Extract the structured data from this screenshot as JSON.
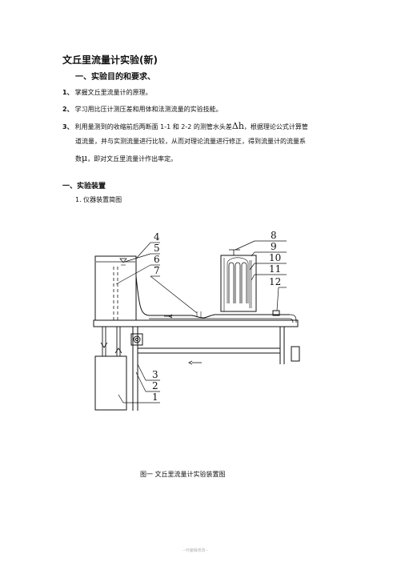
{
  "title": "文丘里流量计实验(新)",
  "section1": {
    "heading": "一、实验目的和要求、",
    "items": [
      {
        "num": "1、",
        "text": "掌握文丘里流量计的原理。"
      },
      {
        "num": "2、",
        "text": "学习用比压计测压差和用体和法测流量的实验技能。"
      },
      {
        "num": "3、",
        "text_a": "利用量测到的收缩前后两断面 1-1 和 2-2 的测管水头差",
        "symbol": "Δh",
        "text_b": "，根据理论公式计算管",
        "line2": "道流量，并与实测流量进行比较，从而对理论流量进行修正，得到流量计的流量系",
        "line3_a": "数",
        "line3_sym": "μ",
        "line3_b": "，即对文丘里流量计作出率定。"
      }
    ]
  },
  "section2": {
    "heading": "一、实验装置",
    "sub": "1. 仪器装置简图"
  },
  "figure": {
    "labels": [
      "4",
      "5",
      "6",
      "7",
      "8",
      "9",
      "10",
      "11",
      "12",
      "3",
      "2",
      "1"
    ]
  },
  "caption": "图一   文丘里流量计实验装置图",
  "footer": "--可编辑修改--"
}
